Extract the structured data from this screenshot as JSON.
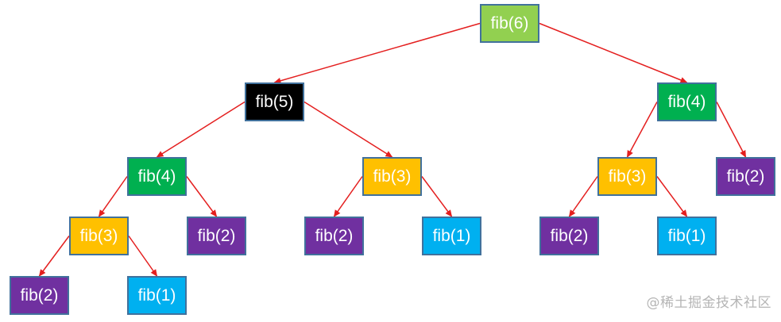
{
  "title": "Fibonacci recursion tree for fib(6)",
  "colors": {
    "edge": "#e41f1f",
    "node_border": "#41719c",
    "root": "#92d050",
    "fib5": "#000000",
    "fib4": "#00b050",
    "fib3": "#ffc000",
    "fib2": "#7030a0",
    "fib1": "#00b0f0",
    "text": "#ffffff"
  },
  "nodes": [
    {
      "id": "n6",
      "label": "fib(6)",
      "kind": "root"
    },
    {
      "id": "n5",
      "label": "fib(5)",
      "kind": "fib5"
    },
    {
      "id": "n4r",
      "label": "fib(4)",
      "kind": "fib4"
    },
    {
      "id": "n4l",
      "label": "fib(4)",
      "kind": "fib4"
    },
    {
      "id": "n3m",
      "label": "fib(3)",
      "kind": "fib3"
    },
    {
      "id": "n3r",
      "label": "fib(3)",
      "kind": "fib3"
    },
    {
      "id": "n2rr",
      "label": "fib(2)",
      "kind": "fib2"
    },
    {
      "id": "n3l",
      "label": "fib(3)",
      "kind": "fib3"
    },
    {
      "id": "n2a",
      "label": "fib(2)",
      "kind": "fib2"
    },
    {
      "id": "n2b",
      "label": "fib(2)",
      "kind": "fib2"
    },
    {
      "id": "n1b",
      "label": "fib(1)",
      "kind": "fib1"
    },
    {
      "id": "n2c",
      "label": "fib(2)",
      "kind": "fib2"
    },
    {
      "id": "n1c",
      "label": "fib(1)",
      "kind": "fib1"
    },
    {
      "id": "n2d",
      "label": "fib(2)",
      "kind": "fib2"
    },
    {
      "id": "n1d",
      "label": "fib(1)",
      "kind": "fib1"
    }
  ],
  "edges": [
    [
      "n6",
      "n5"
    ],
    [
      "n6",
      "n4r"
    ],
    [
      "n5",
      "n4l"
    ],
    [
      "n5",
      "n3m"
    ],
    [
      "n4r",
      "n3r"
    ],
    [
      "n4r",
      "n2rr"
    ],
    [
      "n4l",
      "n3l"
    ],
    [
      "n4l",
      "n2a"
    ],
    [
      "n3m",
      "n2b"
    ],
    [
      "n3m",
      "n1b"
    ],
    [
      "n3r",
      "n2c"
    ],
    [
      "n3r",
      "n1c"
    ],
    [
      "n3l",
      "n2d"
    ],
    [
      "n3l",
      "n1d"
    ]
  ],
  "watermark": "@稀土掘金技术社区"
}
